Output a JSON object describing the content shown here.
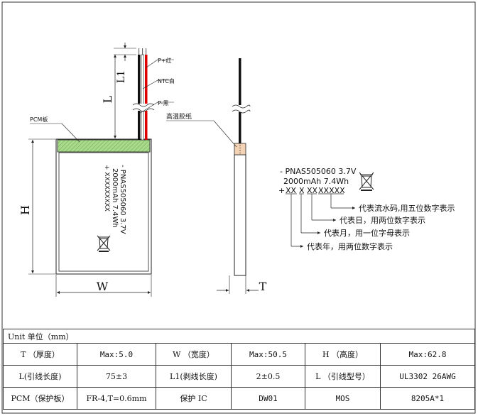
{
  "callouts": {
    "p_red": "P+红",
    "ntc_white": "NTC白",
    "p_black": "P-黑",
    "pcm_board": "PCM板",
    "high_temp_tape": "高温胶纸"
  },
  "dimensions": {
    "l1": "L1",
    "l": "L",
    "h": "H",
    "w": "W",
    "t": "T"
  },
  "battery_label": {
    "model_line": "- PNAS505060 3.7V",
    "capacity_line": "2000mAh  7.4Wh",
    "code_line": "+ XXXXXXXXX"
  },
  "code_legend": {
    "model_line": "- PNAS505060 3.7V",
    "capacity_line": "2000mAh  7.4Wh",
    "code_prefix": "+",
    "code_groups": [
      "XX",
      "X",
      "XX",
      "XXXXX"
    ],
    "descriptions": [
      "代表流水码,用五位数字表示",
      "代表日，用两位数字表示",
      "代表月，用一位字母表示",
      "代表年，用两位数字表示"
    ]
  },
  "spec_table": {
    "unit_label": "Unit 单位（mm）",
    "rows": [
      [
        "T （厚度）",
        "Max:5.0",
        "W （宽度）",
        "Max:50.5",
        "H （高度）",
        "Max:62.8"
      ],
      [
        "L(引线长度)",
        "75±3",
        "L1(剥线长度)",
        "2±0.5",
        "L （引线型号）",
        "UL3302 26AWG"
      ],
      [
        "PCM（保护板）",
        "FR-4,T=0.6mm",
        "保护 IC",
        "DW01",
        "MOS",
        "8205A*1"
      ]
    ]
  },
  "colors": {
    "wire_red": "#e00000",
    "wire_black": "#111111",
    "pcm_green": "#9fd27f",
    "tape_peach": "#f4d3b5",
    "line": "#222222"
  }
}
